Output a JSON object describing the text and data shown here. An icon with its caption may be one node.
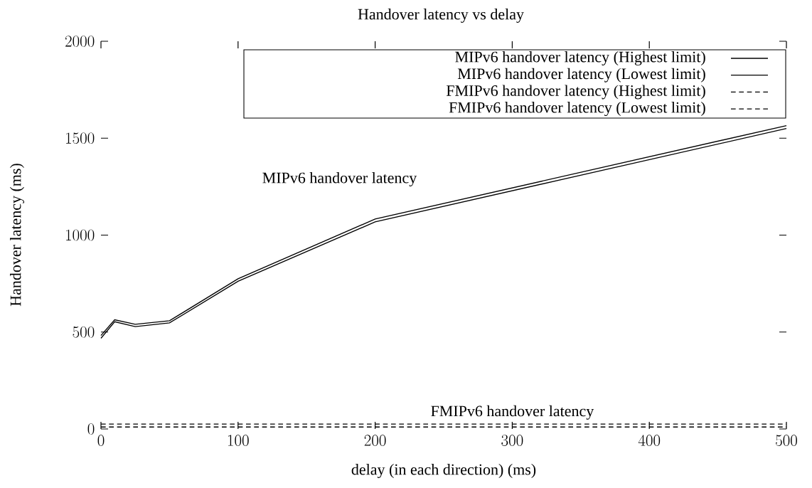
{
  "diagram": {
    "chart_data": {
      "type": "line",
      "title": "Handover latency vs delay",
      "xlabel": "delay (in each direction) (ms)",
      "ylabel": "Handover latency (ms)",
      "x": [
        0,
        10,
        25,
        50,
        100,
        200,
        500
      ],
      "series": [
        {
          "name": "MIPv6 handover latency (Highest limit)",
          "line_style": "solid",
          "values": [
            482,
            563,
            540,
            558,
            775,
            1083,
            1565
          ]
        },
        {
          "name": "MIPv6 handover latency (Lowest limit)",
          "line_style": "solid",
          "values": [
            468,
            553,
            528,
            547,
            762,
            1068,
            1550
          ]
        },
        {
          "name": "FMIPv6 handover latency (Highest limit)",
          "line_style": "dashed",
          "values": [
            25,
            25,
            25,
            25,
            25,
            25,
            25
          ]
        },
        {
          "name": "FMIPv6 handover latency (Lowest limit)",
          "line_style": "dashed",
          "values": [
            10,
            10,
            10,
            10,
            10,
            10,
            10
          ]
        }
      ],
      "xlim": [
        0,
        500
      ],
      "ylim": [
        0,
        2000
      ],
      "xticks": [
        0,
        100,
        200,
        300,
        400,
        500
      ],
      "yticks": [
        0,
        500,
        1000,
        1500,
        2000
      ],
      "legend": true,
      "annotations": [
        "MIPv6 handover latency",
        "FMIPv6 handover latency"
      ]
    }
  }
}
